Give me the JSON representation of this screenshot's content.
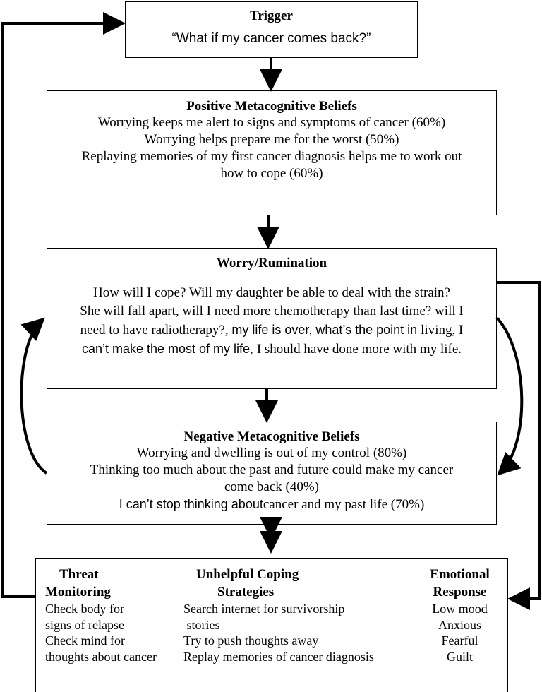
{
  "trigger": {
    "title": "Trigger",
    "quote": "“What if my cancer comes back?”"
  },
  "positive_beliefs": {
    "title": "Positive Metacognitive Beliefs",
    "lines": [
      "Worrying keeps me alert to signs and symptoms of cancer (60%)",
      "Worrying helps prepare me for the worst (50%)",
      "Replaying memories of my first cancer diagnosis helps me to work out",
      "how to cope (60%)"
    ]
  },
  "worry": {
    "title": "Worry/Rumination",
    "line1": "How will I cope?  Will my daughter be able to deal with the strain?",
    "line2": "She will fall apart, will I need more chemotherapy than last time? will I",
    "line3a": "need to have radiotherapy?, ",
    "line3b": "my life is over, what’s the point in ",
    "line3c": "living, I",
    "line4a": "can’t make the most of my life,",
    "line4b": " I should have done more with my life."
  },
  "negative_beliefs": {
    "title": "Negative Metacognitive Beliefs",
    "line1": "Worrying and dwelling is out of my control (80%)",
    "line2": "Thinking too much about the past and future could make my cancer",
    "line3": "come back (40%)",
    "line4a": "I can’t stop thinking about",
    "line4b": "cancer and my past life (70%)"
  },
  "bottom": {
    "threat": {
      "title_line1": "Threat",
      "title_line2": "Monitoring",
      "items": [
        "Check body for",
        "signs of relapse",
        "Check mind for",
        "thoughts about cancer"
      ]
    },
    "coping": {
      "title_line1": "Unhelpful Coping",
      "title_line2": "Strategies",
      "items": [
        "Search internet for survivorship",
        " stories",
        "Try to push thoughts away",
        "Replay memories of cancer diagnosis"
      ]
    },
    "emotion": {
      "title_line1": "Emotional",
      "title_line2": "Response",
      "items": [
        "Low mood",
        "Anxious",
        "Fearful",
        "Guilt"
      ]
    }
  }
}
